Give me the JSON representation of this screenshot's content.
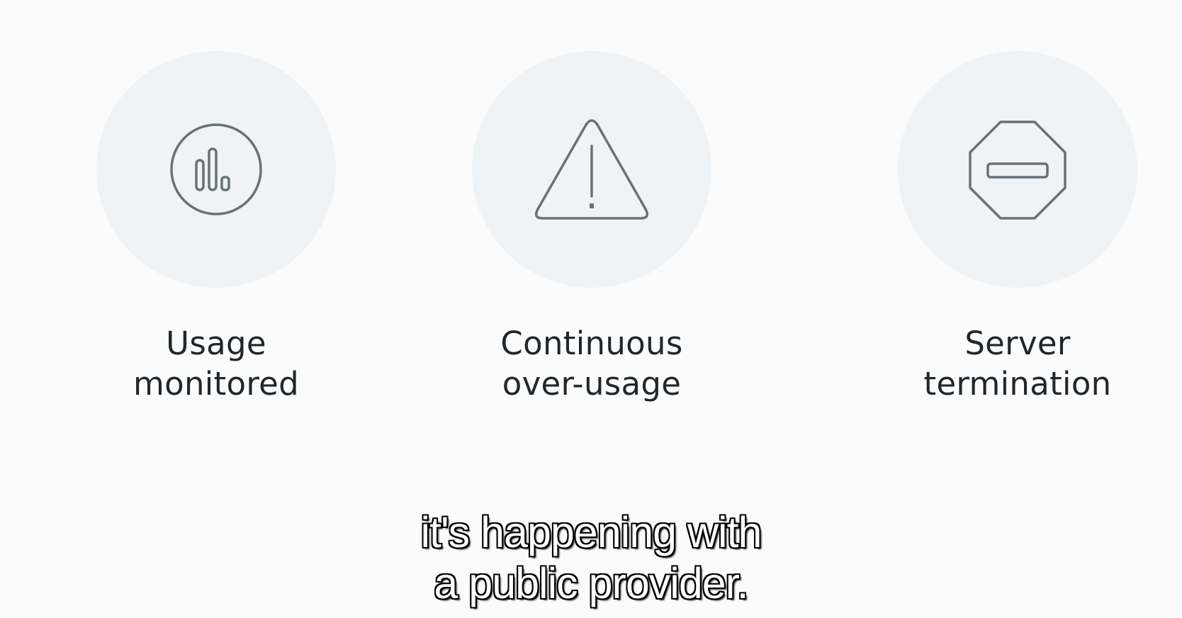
{
  "steps": [
    {
      "icon": "bar-chart-circle-icon",
      "line1": "Usage",
      "line2": "monitored"
    },
    {
      "icon": "warning-triangle-icon",
      "line1": "Continuous",
      "line2": "over-usage"
    },
    {
      "icon": "stop-octagon-icon",
      "line1": "Server",
      "line2": "termination"
    }
  ],
  "subtitle": {
    "line1": "it's happening with",
    "line2": "a public provider."
  },
  "colors": {
    "background": "#fbfbfb",
    "icon_circle": "#eff3f5",
    "icon_stroke": "#66727a",
    "label_text": "#1f272c",
    "subtitle_text": "#ffffff",
    "subtitle_outline": "#000000"
  }
}
